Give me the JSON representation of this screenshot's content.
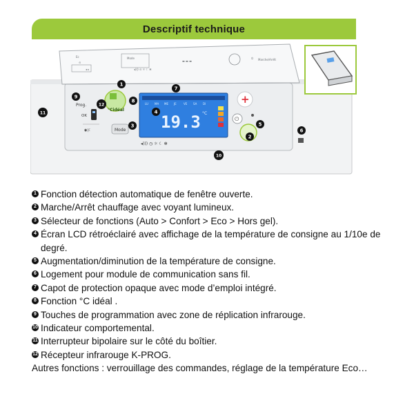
{
  "header": {
    "title": "Descriptif technique"
  },
  "device": {
    "temperature": "19.3",
    "unit": "°C",
    "prog_label": "Prog.",
    "ok_label": "OK",
    "mode_label": "Mode",
    "cideal_label": "°Cidéal",
    "days": [
      "LU",
      "MA",
      "ME",
      "JE",
      "VE",
      "SA",
      "DI"
    ],
    "callouts": [
      "1",
      "2",
      "3",
      "4",
      "5",
      "6",
      "7",
      "8",
      "9",
      "10",
      "11",
      "12"
    ],
    "colors": {
      "accent_green": "#9cc93c",
      "lcd_blue": "#2f7fe0",
      "plus_red": "#e0303a",
      "body_gray": "#f1f2f3"
    }
  },
  "features": [
    {
      "n": "1",
      "text": "Fonction détection automatique de fenêtre ouverte."
    },
    {
      "n": "2",
      "text": "Marche/Arrêt chauffage avec voyant lumineux."
    },
    {
      "n": "3",
      "text": "Sélecteur de fonctions (Auto > Confort > Eco > Hors gel)."
    },
    {
      "n": "4",
      "text": "Écran LCD rétroéclairé avec affichage de la température de consigne au 1/10e de degré."
    },
    {
      "n": "5",
      "text": "Augmentation/diminution de la température de consigne."
    },
    {
      "n": "6",
      "text": "Logement pour module de communication sans fil."
    },
    {
      "n": "7",
      "text": "Capot de protection opaque avec mode d’emploi intégré."
    },
    {
      "n": "8",
      "text": "Fonction °C idéal ."
    },
    {
      "n": "9",
      "text": "Touches de programmation avec zone de réplication infrarouge."
    },
    {
      "n": "10",
      "text": "Indicateur comportemental."
    },
    {
      "n": "11",
      "text": "Interrupteur bipolaire sur le côté du boîtier."
    },
    {
      "n": "12",
      "text": "Récepteur infrarouge K-PROG."
    }
  ],
  "other_functions": "Autres fonctions : verrouillage des commandes, réglage de la température Eco…"
}
